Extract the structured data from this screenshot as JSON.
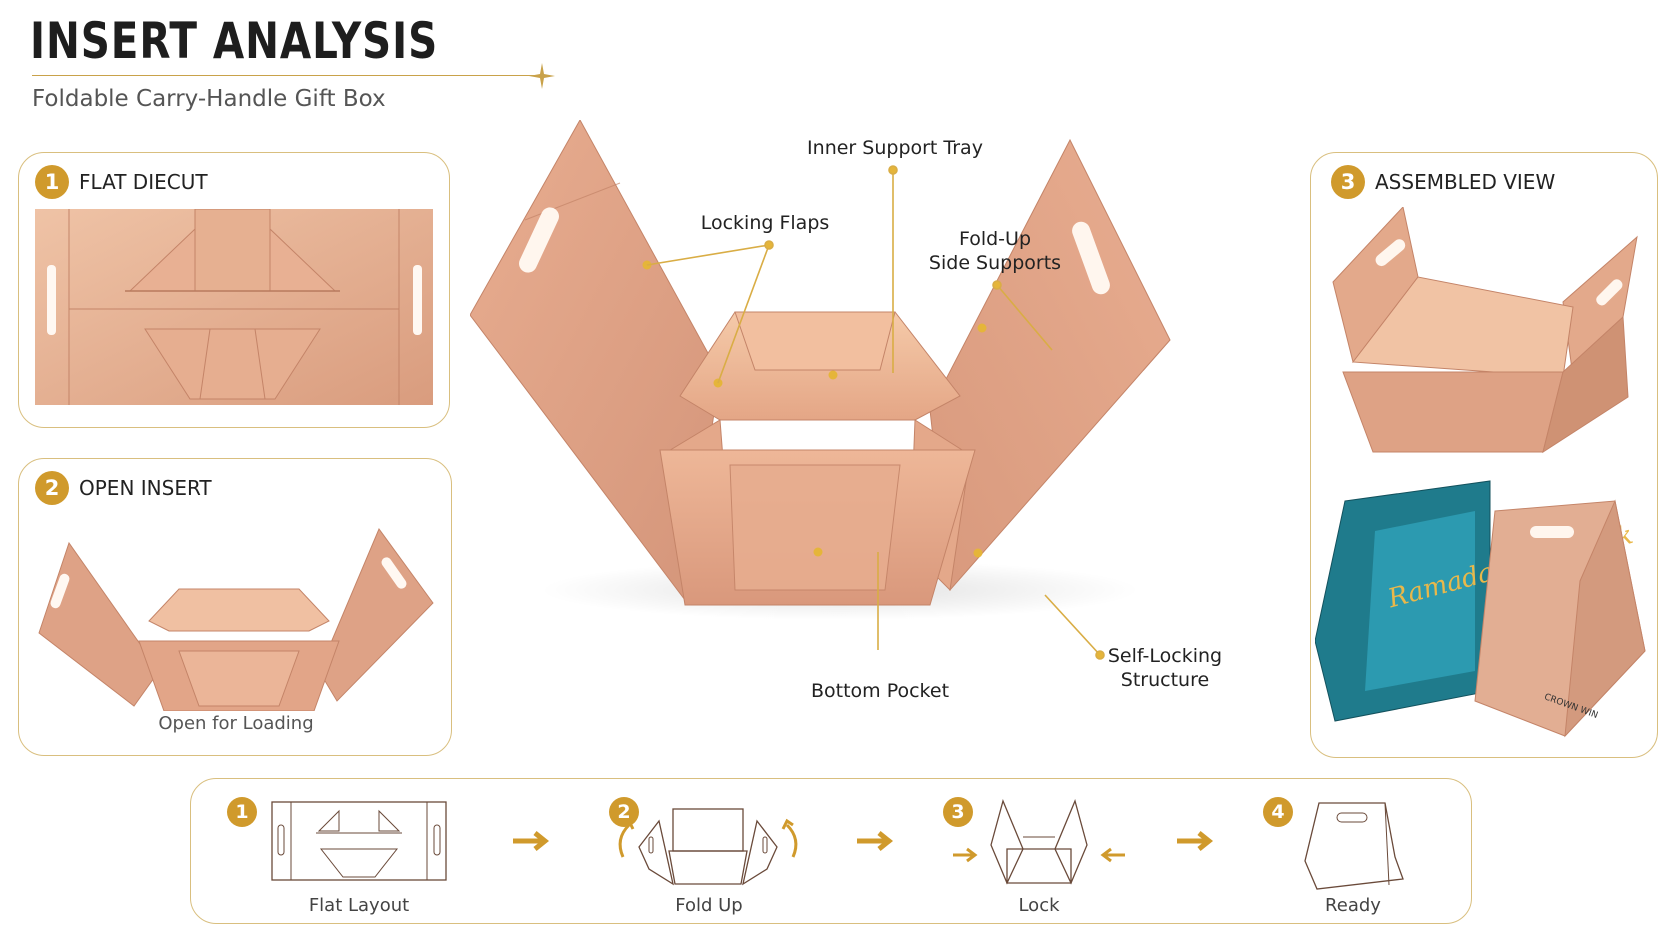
{
  "header": {
    "title": "INSERT ANALYSIS",
    "subtitle": "Foldable Carry-Handle Gift Box"
  },
  "panels": {
    "flat": {
      "number": "1",
      "title": "FLAT DIECUT"
    },
    "open": {
      "number": "2",
      "title": "OPEN INSERT",
      "caption": "Open for Loading"
    },
    "assembled": {
      "number": "3",
      "title": "ASSEMBLED VIEW",
      "bag_text": "Ramadan Mubarak",
      "brand_text": "CROWN WIN"
    }
  },
  "callouts": {
    "inner_support_tray": "Inner Support Tray",
    "locking_flaps": "Locking Flaps",
    "fold_up_line1": "Fold-Up",
    "fold_up_line2": "Side Supports",
    "self_locking_line1": "Self-Locking",
    "self_locking_line2": "Structure",
    "bottom_pocket": "Bottom Pocket"
  },
  "steps": [
    {
      "number": "1",
      "label": "Flat Layout"
    },
    {
      "number": "2",
      "label": "Fold Up"
    },
    {
      "number": "3",
      "label": "Lock"
    },
    {
      "number": "4",
      "label": "Ready"
    }
  ],
  "colors": {
    "accent": "#d09a2c",
    "panel_border": "#d9bf7f",
    "rose_gold": "#e0a88a",
    "rose_gold_dark": "#c98b6c",
    "rose_gold_light": "#f0c4a8"
  }
}
